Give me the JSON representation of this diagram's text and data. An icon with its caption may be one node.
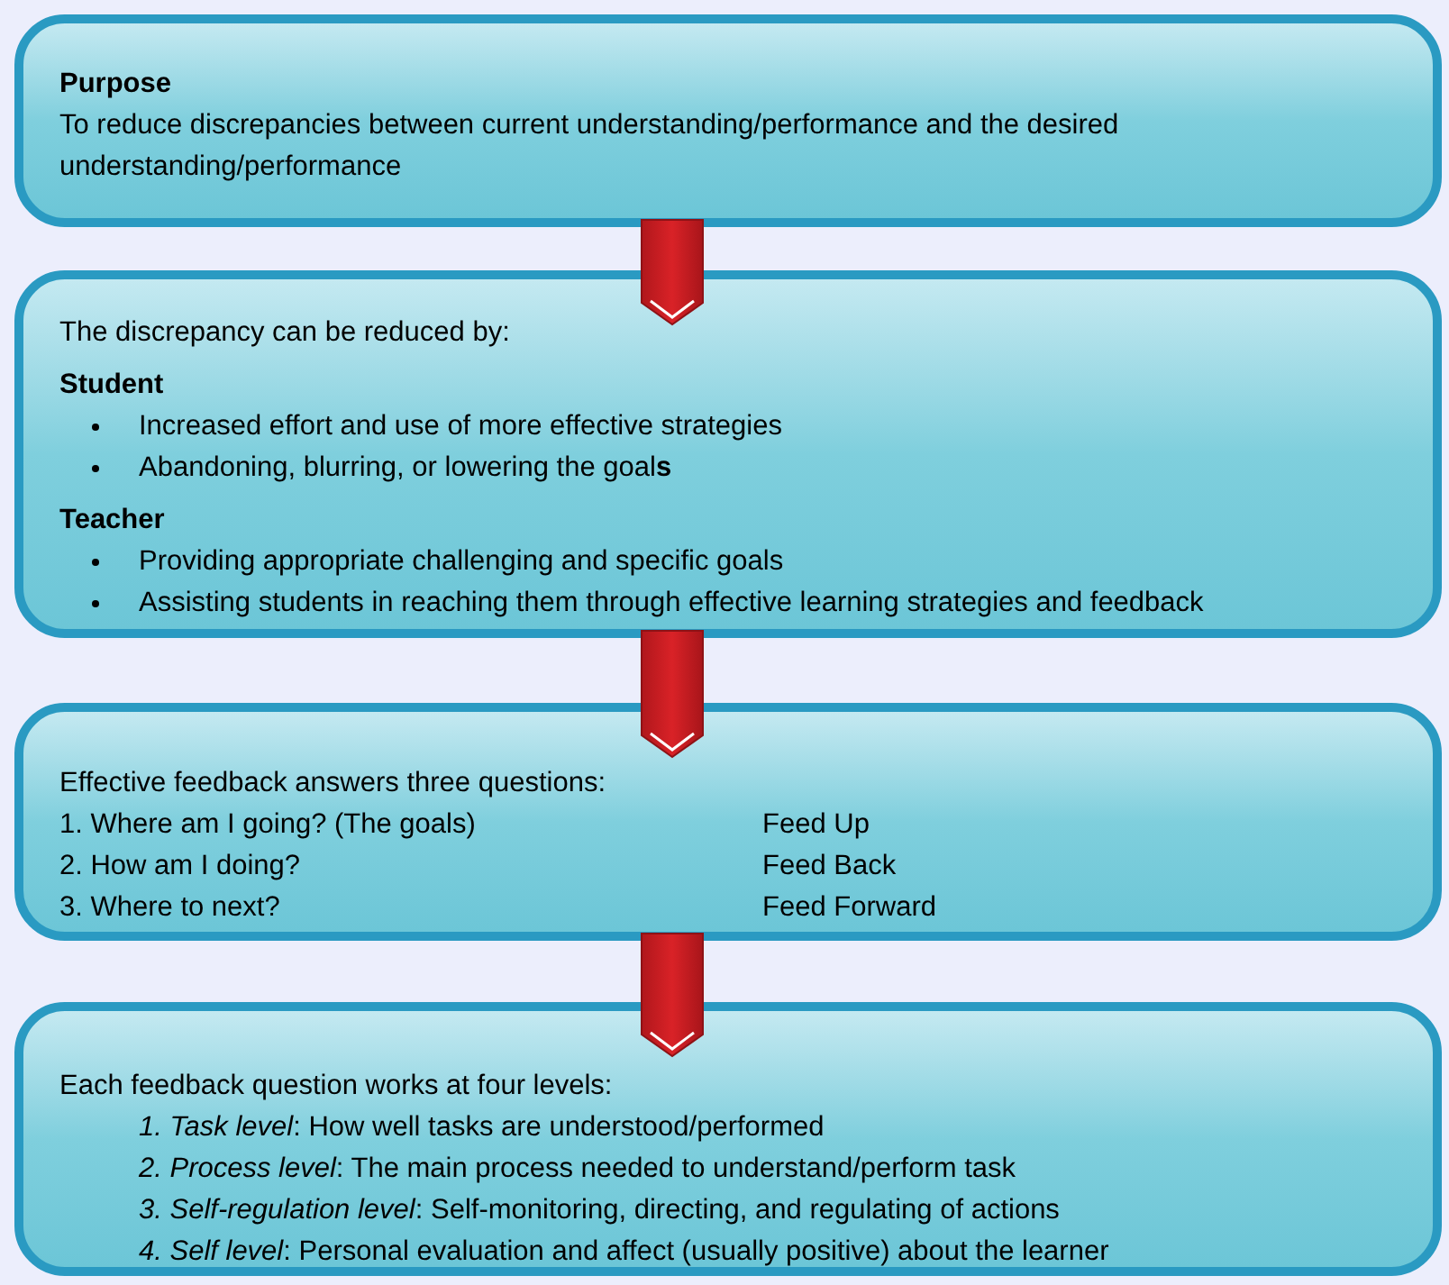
{
  "diagram": {
    "nodes": [
      {
        "text": [
          "Purpose",
          "To reduce discrepancies between current understanding/performance and the desired understanding/performance"
        ]
      },
      {
        "text": [
          "The discrepancy can be reduced by:",
          "Student",
          "Increased effort and use of more effective strategies",
          "Abandoning, blurring, or lowering the goal**s**",
          "Teacher",
          "Providing appropriate challenging and specific goals",
          "Assisting students in reaching them through effective learning strategies and feedback"
        ]
      },
      {
        "text": [
          "Effective feedback answers three questions:",
          "1. Where am I going? (The goals)",
          "Feed Up",
          "2. How am I doing?",
          "Feed Back",
          "3. Where to next?",
          "Feed Forward"
        ]
      },
      {
        "text": [
          "Each feedback question works at four levels:",
          "*1. Task level*: How well tasks are understood/performed",
          "*2. Process level*: The main process needed to understand/perform task",
          "*3. Self-regulation level*: Self-monitoring, directing, and regulating of actions",
          "*4. Self level*: Personal evaluation and affect (usually positive) about the learner"
        ]
      }
    ],
    "edges": [
      {
        "from": 0,
        "to": 1,
        "arrow": "to"
      },
      {
        "from": 1,
        "to": 2,
        "arrow": "to"
      },
      {
        "from": 2,
        "to": 3,
        "arrow": "to"
      }
    ]
  }
}
